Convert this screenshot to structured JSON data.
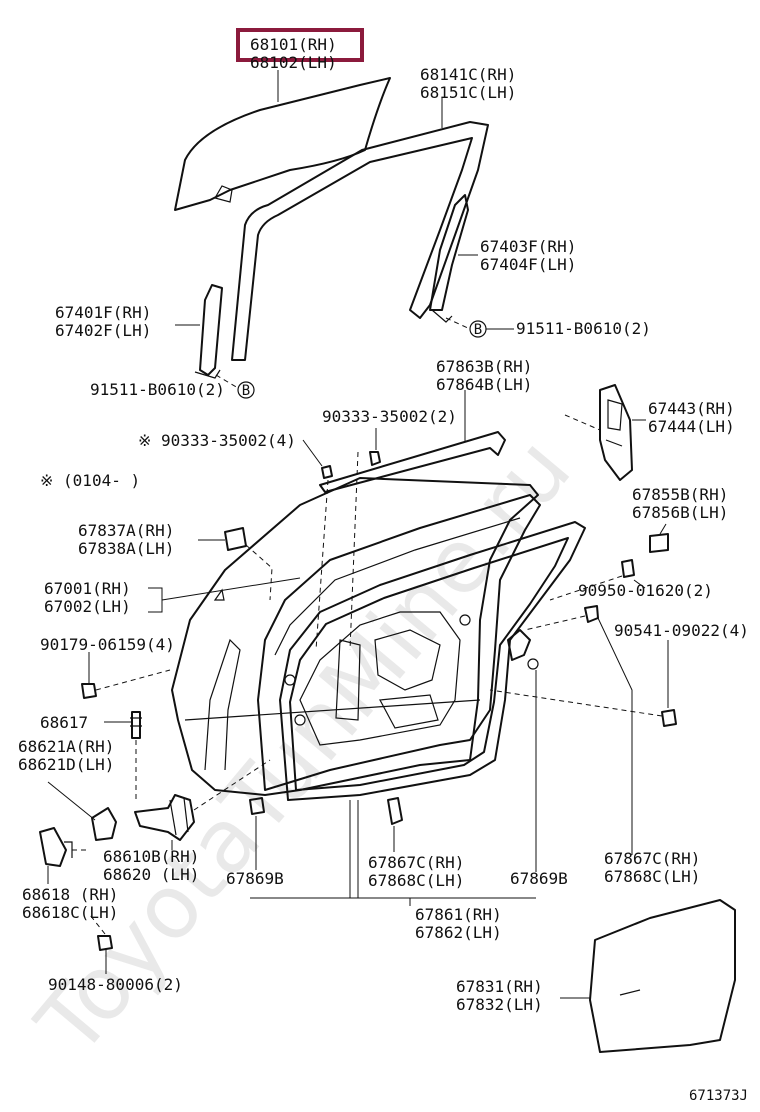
{
  "watermark": "ToyotaTunMine.ru",
  "diagram_code": "671373J",
  "highlighted_part": "68101 (RH)",
  "notes": {
    "asterisk_range": "※ (0104-       )"
  },
  "labels": [
    {
      "id": "l-68101",
      "lines": [
        "68101(RH)",
        "68102(LH)"
      ]
    },
    {
      "id": "l-68141c",
      "lines": [
        "68141C(RH)",
        "68151C(LH)"
      ]
    },
    {
      "id": "l-67403f",
      "lines": [
        "67403F(RH)",
        "67404F(LH)"
      ]
    },
    {
      "id": "l-91511-top",
      "lines": [
        "91511-B0610(2)"
      ]
    },
    {
      "id": "l-67401f",
      "lines": [
        "67401F(RH)",
        "67402F(LH)"
      ]
    },
    {
      "id": "l-91511-left",
      "lines": [
        "91511-B0610(2)"
      ]
    },
    {
      "id": "l-67863b",
      "lines": [
        "67863B(RH)",
        "67864B(LH)"
      ]
    },
    {
      "id": "l-67443",
      "lines": [
        "67443(RH)",
        "67444(LH)"
      ]
    },
    {
      "id": "l-90333-2",
      "lines": [
        "90333-35002(2)"
      ]
    },
    {
      "id": "l-90333-4",
      "lines": [
        "※ 90333-35002(4)"
      ]
    },
    {
      "id": "l-67855b",
      "lines": [
        "67855B(RH)",
        "67856B(LH)"
      ]
    },
    {
      "id": "l-67837a",
      "lines": [
        "67837A(RH)",
        "67838A(LH)"
      ]
    },
    {
      "id": "l-67001",
      "lines": [
        "67001(RH)",
        "67002(LH)"
      ]
    },
    {
      "id": "l-90950",
      "lines": [
        "90950-01620(2)"
      ]
    },
    {
      "id": "l-90179",
      "lines": [
        "90179-06159(4)"
      ]
    },
    {
      "id": "l-90541",
      "lines": [
        "90541-09022(4)"
      ]
    },
    {
      "id": "l-68617",
      "lines": [
        "68617"
      ]
    },
    {
      "id": "l-68621a",
      "lines": [
        "68621A(RH)",
        "68621D(LH)"
      ]
    },
    {
      "id": "l-68610b",
      "lines": [
        "68610B(RH)",
        "68620  (LH)"
      ]
    },
    {
      "id": "l-67869b-left",
      "lines": [
        "67869B"
      ]
    },
    {
      "id": "l-67867c-mid",
      "lines": [
        "67867C(RH)",
        "67868C(LH)"
      ]
    },
    {
      "id": "l-67869b-right",
      "lines": [
        "67869B"
      ]
    },
    {
      "id": "l-67867c-right",
      "lines": [
        "67867C(RH)",
        "67868C(LH)"
      ]
    },
    {
      "id": "l-68618",
      "lines": [
        "68618 (RH)",
        "68618C(LH)"
      ]
    },
    {
      "id": "l-67861",
      "lines": [
        "67861(RH)",
        "67862(LH)"
      ]
    },
    {
      "id": "l-90148",
      "lines": [
        "90148-80006(2)"
      ]
    },
    {
      "id": "l-67831",
      "lines": [
        "67831(RH)",
        "67832(LH)"
      ]
    }
  ],
  "bolt_markers": [
    {
      "id": "b-top",
      "letter": "B"
    },
    {
      "id": "b-left",
      "letter": "B"
    }
  ]
}
